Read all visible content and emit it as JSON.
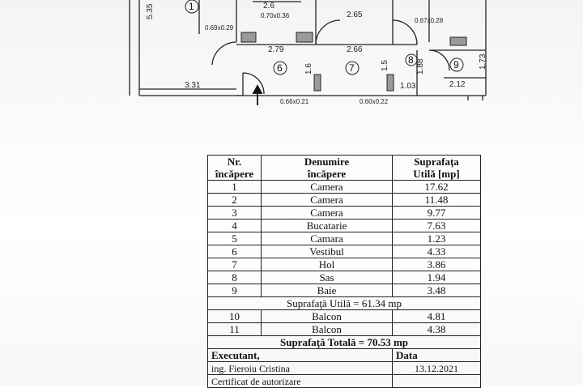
{
  "plan": {
    "room_numbers": [
      "1",
      "6",
      "7",
      "8",
      "9"
    ],
    "dimensions": {
      "left_height": "5.35",
      "top_a": "2.6",
      "top_b": "2.65",
      "vent_1": "0.69x0.29",
      "vent_2": "0.70x0.36",
      "vent_3": "0.67x0.28",
      "hall_6_width": "2.79",
      "hall_7_width": "2.66",
      "bottom_left": "3.31",
      "door_1": "0.66x0.21",
      "door_2": "0.60x0.22",
      "h_6": "1.6",
      "h_7": "1.5",
      "h_8": "1.88",
      "w_8": "1.03",
      "w_9": "2.12",
      "h_9": "1.73"
    }
  },
  "table": {
    "headers": {
      "nr": "Nr. încăpere",
      "nr_line1": "Nr.",
      "nr_line2": "încăpere",
      "name_line1": "Denumire",
      "name_line2": "încăpere",
      "area_line1": "Suprafaţa",
      "area_line2": "Utilă [mp]"
    },
    "rows": [
      {
        "nr": "1",
        "name": "Camera",
        "area": "17.62"
      },
      {
        "nr": "2",
        "name": "Camera",
        "area": "11.48"
      },
      {
        "nr": "3",
        "name": "Camera",
        "area": "9.77"
      },
      {
        "nr": "4",
        "name": "Bucatarie",
        "area": "7.63"
      },
      {
        "nr": "5",
        "name": "Camara",
        "area": "1.23"
      },
      {
        "nr": "6",
        "name": "Vestibul",
        "area": "4.33"
      },
      {
        "nr": "7",
        "name": "Hol",
        "area": "3.86"
      },
      {
        "nr": "8",
        "name": "Sas",
        "area": "1.94"
      },
      {
        "nr": "9",
        "name": "Baie",
        "area": "3.48"
      }
    ],
    "useful_total": "Suprafaţă Utilă = 61.34 mp",
    "balcony_rows": [
      {
        "nr": "10",
        "name": "Balcon",
        "area": "4.81"
      },
      {
        "nr": "11",
        "name": "Balcon",
        "area": "4.38"
      }
    ],
    "grand_total": "Suprafaţă Totală = 70.53 mp",
    "footer": {
      "executant_label": "Executant,",
      "date_label": "Data",
      "executant_name": "ing. Fieroiu Cristina",
      "date_value": "13.12.2021",
      "certificate": "Certificat de autorizare"
    }
  }
}
